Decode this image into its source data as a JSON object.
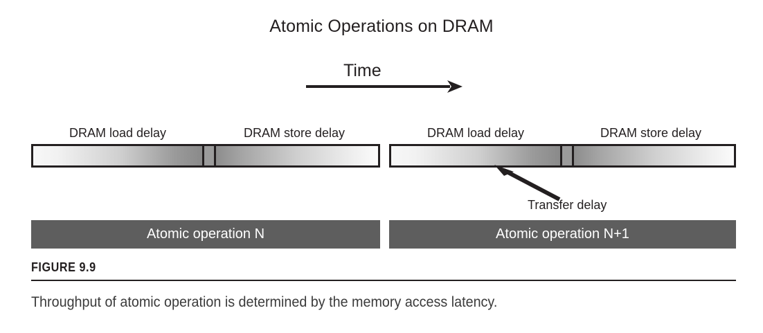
{
  "figure": {
    "title": "Atomic Operations on DRAM",
    "number": "FIGURE 9.9",
    "caption": "Throughput of atomic operation is determined by the memory access latency.",
    "axis": {
      "label": "Time",
      "direction": "left-to-right"
    },
    "annotation": {
      "label": "Transfer delay"
    },
    "operations": [
      {
        "band_label": "Atomic operation N",
        "segments": [
          {
            "label": "DRAM load delay",
            "shade": "light-to-dark"
          },
          {
            "label": "",
            "shade": "transfer"
          },
          {
            "label": "DRAM store delay",
            "shade": "dark-to-light"
          }
        ]
      },
      {
        "band_label": "Atomic operation N+1",
        "segments": [
          {
            "label": "DRAM load delay",
            "shade": "light-to-dark"
          },
          {
            "label": "",
            "shade": "transfer"
          },
          {
            "label": "DRAM store delay",
            "shade": "dark-to-light"
          }
        ]
      }
    ],
    "colors": {
      "ink": "#231f20",
      "band_fill": "#5e5e5e",
      "band_text": "#ffffff",
      "gradient_light": "#f7f7f7",
      "gradient_dark": "#8a8a8a",
      "caption_text": "#3b3b3b"
    }
  }
}
